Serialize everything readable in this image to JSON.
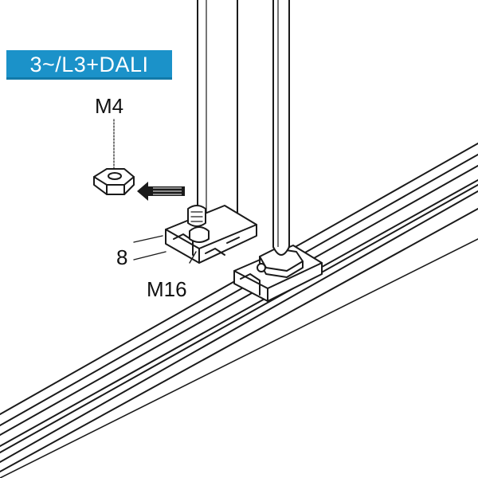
{
  "badge": {
    "text": "3~/L3+DALI",
    "color": "#1b92c9"
  },
  "labels": {
    "m4": "M4",
    "eight": "8",
    "m16": "M16"
  },
  "colors": {
    "stroke": "#1a1a1a",
    "fill": "#ffffff",
    "shade": "#cfcfcf"
  }
}
